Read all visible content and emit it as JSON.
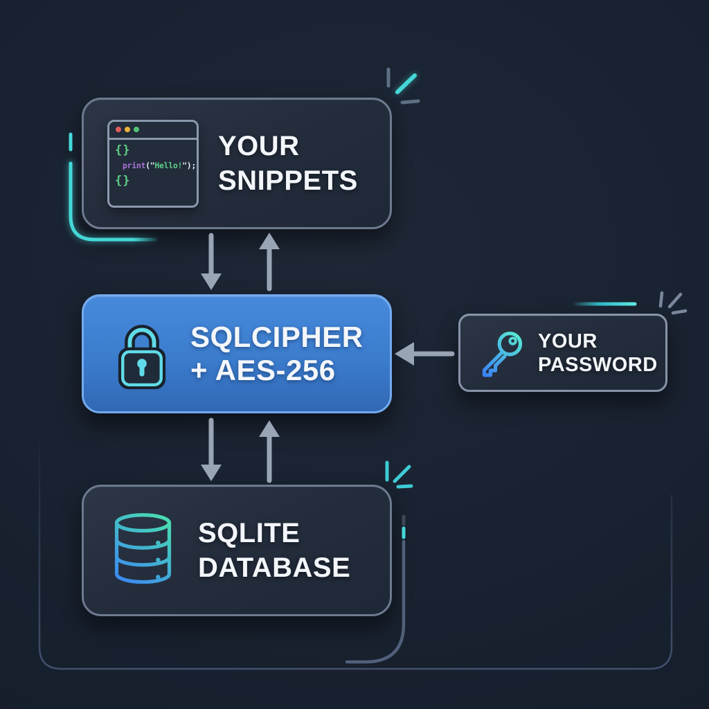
{
  "colors": {
    "node_border": "#76839a",
    "accent_blue_fill": "#3b7ccd",
    "accent_blue_border": "#74aaee",
    "teal": "#45d8d8",
    "cyan_lock": "#62dbe8",
    "arrow": "#99a4b4",
    "text_primary": "#f3f6fa",
    "code_green": "#5ecf85",
    "code_purple": "#a873da",
    "code_white": "#e9eef6",
    "dot_red": "#e05c5c",
    "dot_yellow": "#e9b43c",
    "dot_green": "#53c273",
    "db_gradient_start": "#49dfae",
    "db_gradient_end": "#3b82f6",
    "key_gradient_start": "#56e6d4",
    "key_gradient_end": "#3b82f6",
    "trace_gray": "#51607a",
    "frame": "#41506c"
  },
  "nodes": {
    "snippets": {
      "line1": "YOUR",
      "line2": "SNIPPETS"
    },
    "cipher": {
      "line1": "SQLCIPHER",
      "line2": "+ AES-256"
    },
    "password": {
      "line1": "YOUR",
      "line2": "PASSWORD"
    },
    "sqlite": {
      "line1": "SQLITE",
      "line2": "DATABASE"
    }
  },
  "code_window": {
    "line1": "{}",
    "line2": {
      "fn": "print",
      "open": "(\"",
      "str": "Hello!",
      "close": "\");"
    },
    "line3": "{}"
  },
  "edges": [
    {
      "from": "snippets",
      "to": "cipher",
      "direction": "bidirectional"
    },
    {
      "from": "cipher",
      "to": "sqlite",
      "direction": "bidirectional"
    },
    {
      "from": "password",
      "to": "cipher",
      "direction": "one-way"
    }
  ]
}
